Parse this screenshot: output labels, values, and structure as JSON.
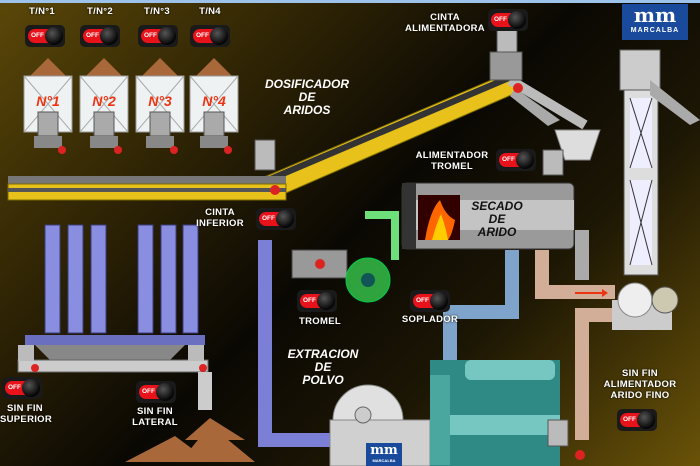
{
  "switches": [
    {
      "id": "tn1",
      "label": "T/N°1",
      "state": "OFF"
    },
    {
      "id": "tn2",
      "label": "T/N°2",
      "state": "OFF"
    },
    {
      "id": "tn3",
      "label": "T/N°3",
      "state": "OFF"
    },
    {
      "id": "tn4",
      "label": "T/N4",
      "state": "OFF"
    },
    {
      "id": "cinta-alimentadora",
      "label": "CINTA\nALIMENTADORA",
      "state": "OFF"
    },
    {
      "id": "alimentador-tromel",
      "label": "ALIMENTADOR\nTROMEL",
      "state": "OFF"
    },
    {
      "id": "cinta-inferior",
      "label": "CINTA\nINFERIOR",
      "state": "OFF"
    },
    {
      "id": "tromel",
      "label": "TROMEL",
      "state": "OFF"
    },
    {
      "id": "soplador",
      "label": "SOPLADOR",
      "state": "OFF"
    },
    {
      "id": "sin-fin-superior",
      "label": "SIN FIN\nSUPERIOR",
      "state": "OFF"
    },
    {
      "id": "sin-fin-lateral",
      "label": "SIN FIN\nLATERAL",
      "state": "OFF"
    },
    {
      "id": "sin-fin-arido-fino",
      "label": "SIN FIN\nALIMENTADOR\nARIDO FINO",
      "state": "OFF"
    }
  ],
  "hoppers": [
    "N°1",
    "N°2",
    "N°3",
    "N°4"
  ],
  "sections": {
    "dosificador": "DOSIFICADOR\nDE\nARIDOS",
    "secado": "SECADO\nDE\nARIDO",
    "extracion": "EXTRACION\nDE\nPOLVO"
  },
  "logo": {
    "text": "MARCALBA",
    "mark": "mm"
  },
  "colors": {
    "switch_off": "#e8121b",
    "logo": "#1a4a9c",
    "conveyor": "#e8c21a",
    "dust_pipe": "#7b7fd6",
    "air_pipe": "#7fa4cc",
    "fines_pipe": "#d2ad98"
  }
}
